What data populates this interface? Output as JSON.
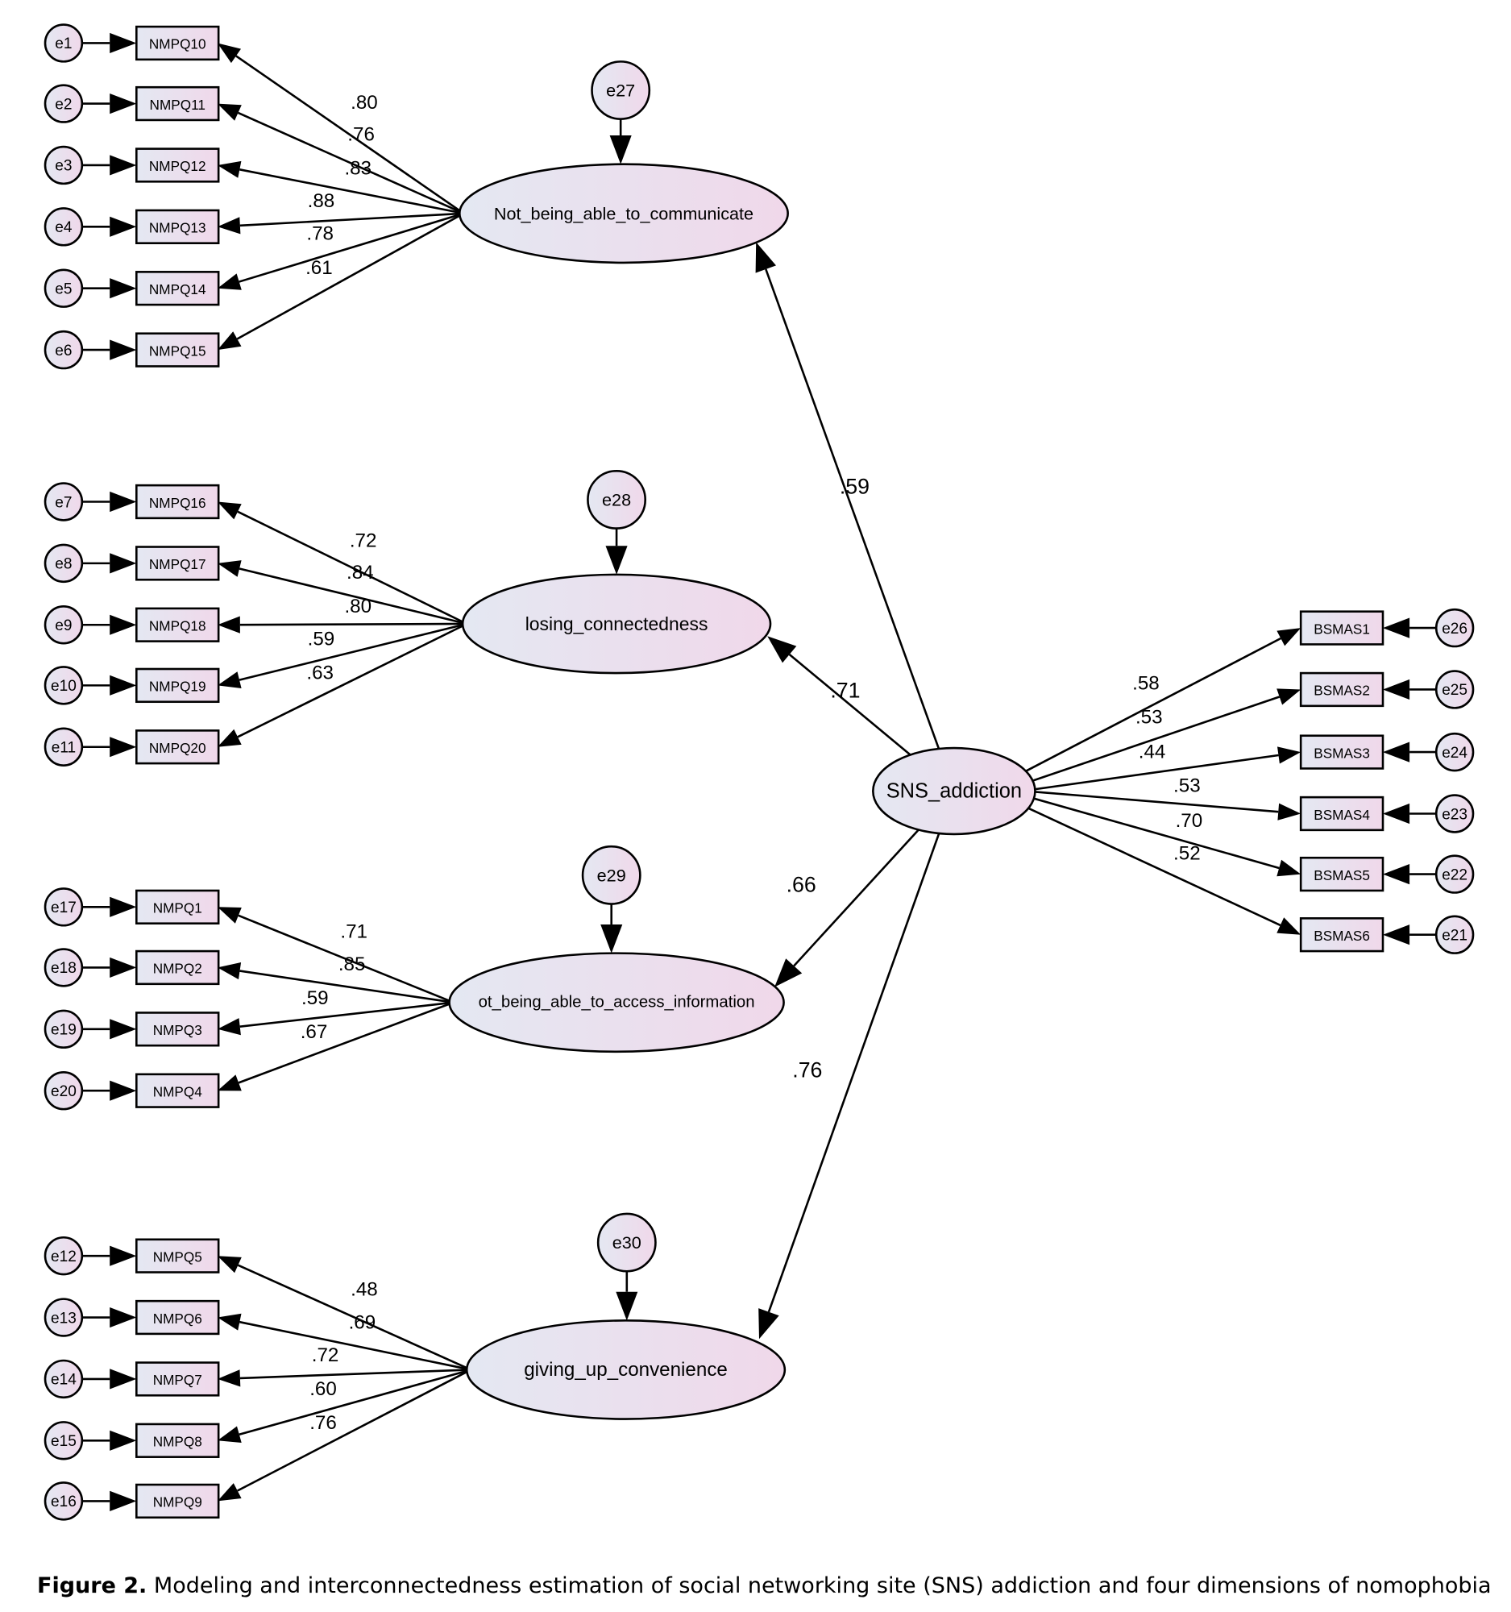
{
  "colors": {
    "node_fill_a": "#e4e8f2",
    "node_fill_b": "#f0d8ea",
    "stroke": "#000000"
  },
  "caption": {
    "label": "Figure 2.",
    "text": " Modeling and interconnectedness estimation of social networking site (SNS) addiction and four dimensions of nomophobia"
  },
  "latent": {
    "sns": "SNS_addiction",
    "l1": "Not_being_able_to_communicate",
    "l2": "losing_connectedness",
    "l3": "ot_being_able_to_access_information",
    "l4": "giving_up_convenience"
  },
  "latent_errors": {
    "l1": "e27",
    "l2": "e28",
    "l3": "e29",
    "l4": "e30"
  },
  "paths": {
    "l1": ".59",
    "l2": ".71",
    "l3": ".66",
    "l4": ".76"
  },
  "groups": [
    {
      "id": "l1",
      "items": [
        {
          "label": "NMPQ10",
          "error": "e1",
          "loading": ".80"
        },
        {
          "label": "NMPQ11",
          "error": "e2",
          "loading": ".76"
        },
        {
          "label": "NMPQ12",
          "error": "e3",
          "loading": ".83"
        },
        {
          "label": "NMPQ13",
          "error": "e4",
          "loading": ".88"
        },
        {
          "label": "NMPQ14",
          "error": "e5",
          "loading": ".78"
        },
        {
          "label": "NMPQ15",
          "error": "e6",
          "loading": ".61"
        }
      ]
    },
    {
      "id": "l2",
      "items": [
        {
          "label": "NMPQ16",
          "error": "e7",
          "loading": ".72"
        },
        {
          "label": "NMPQ17",
          "error": "e8",
          "loading": ".84"
        },
        {
          "label": "NMPQ18",
          "error": "e9",
          "loading": ".80"
        },
        {
          "label": "NMPQ19",
          "error": "e10",
          "loading": ".59"
        },
        {
          "label": "NMPQ20",
          "error": "e11",
          "loading": ".63"
        }
      ]
    },
    {
      "id": "l3",
      "items": [
        {
          "label": "NMPQ1",
          "error": "e17",
          "loading": ".71"
        },
        {
          "label": "NMPQ2",
          "error": "e18",
          "loading": ".85"
        },
        {
          "label": "NMPQ3",
          "error": "e19",
          "loading": ".59"
        },
        {
          "label": "NMPQ4",
          "error": "e20",
          "loading": ".67"
        }
      ]
    },
    {
      "id": "l4",
      "items": [
        {
          "label": "NMPQ5",
          "error": "e12",
          "loading": ".48"
        },
        {
          "label": "NMPQ6",
          "error": "e13",
          "loading": ".69"
        },
        {
          "label": "NMPQ7",
          "error": "e14",
          "loading": ".72"
        },
        {
          "label": "NMPQ8",
          "error": "e15",
          "loading": ".60"
        },
        {
          "label": "NMPQ9",
          "error": "e16",
          "loading": ".76"
        }
      ]
    },
    {
      "id": "sns",
      "items": [
        {
          "label": "BSMAS1",
          "error": "e26",
          "loading": ".58"
        },
        {
          "label": "BSMAS2",
          "error": "e25",
          "loading": ".53"
        },
        {
          "label": "BSMAS3",
          "error": "e24",
          "loading": ".44"
        },
        {
          "label": "BSMAS4",
          "error": "e23",
          "loading": ".53"
        },
        {
          "label": "BSMAS5",
          "error": "e22",
          "loading": ".70"
        },
        {
          "label": "BSMAS6",
          "error": "e21",
          "loading": ".52"
        }
      ]
    }
  ]
}
